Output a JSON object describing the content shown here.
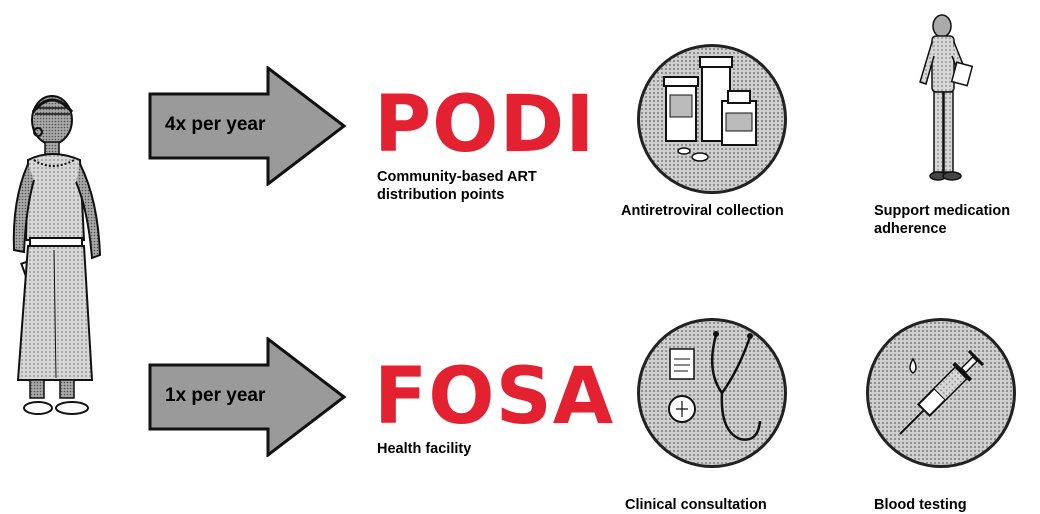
{
  "podi": {
    "frequency": "4x per year",
    "title": "PODI",
    "description_line1": "Community-based ART",
    "description_line2": "distribution points",
    "services": [
      {
        "caption_line1": "Antiretroviral collection",
        "caption_line2": "",
        "icon": "medicine-bottles-icon"
      },
      {
        "caption_line1": "Support medication",
        "caption_line2": "adherence",
        "icon": "health-worker-icon"
      }
    ]
  },
  "fosa": {
    "frequency": "1x per year",
    "title": "FOSA",
    "description_line1": "Health facility",
    "services": [
      {
        "caption_line1": "Clinical consultation",
        "icon": "stethoscope-icon"
      },
      {
        "caption_line1": "Blood testing",
        "icon": "syringe-icon"
      }
    ]
  },
  "colors": {
    "brand_red": "#e42130",
    "arrow_fill": "#9a9a9a"
  }
}
